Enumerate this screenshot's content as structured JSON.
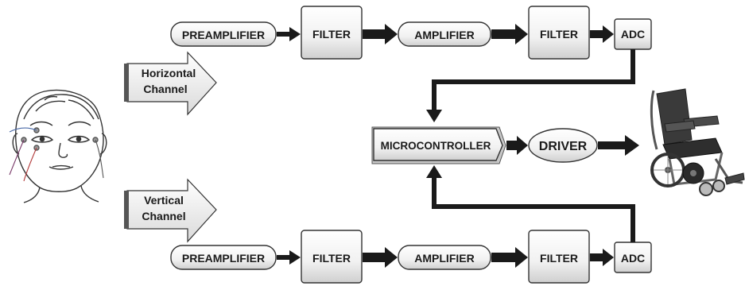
{
  "top_chain": {
    "preamplifier": "PREAMPLIFIER",
    "filter1": "FILTER",
    "amplifier": "AMPLIFIER",
    "filter2": "FILTER",
    "adc": "ADC"
  },
  "bottom_chain": {
    "preamplifier": "PREAMPLIFIER",
    "filter1": "FILTER",
    "amplifier": "AMPLIFIER",
    "filter2": "FILTER",
    "adc": "ADC"
  },
  "channels": {
    "horizontal_line1": "Horizontal",
    "horizontal_line2": "Channel",
    "vertical_line1": "Vertical",
    "vertical_line2": "Channel"
  },
  "center": {
    "microcontroller": "MICROCONTROLLER",
    "driver": "DRIVER"
  },
  "images": {
    "face": "face-with-electrodes",
    "wheelchair": "electric-wheelchair"
  },
  "colors": {
    "stroke": "#1a1a1a",
    "box_fill": "#f4f4f4",
    "box_shade": "#c8c8c8",
    "arrow_shadow": "#666666"
  }
}
